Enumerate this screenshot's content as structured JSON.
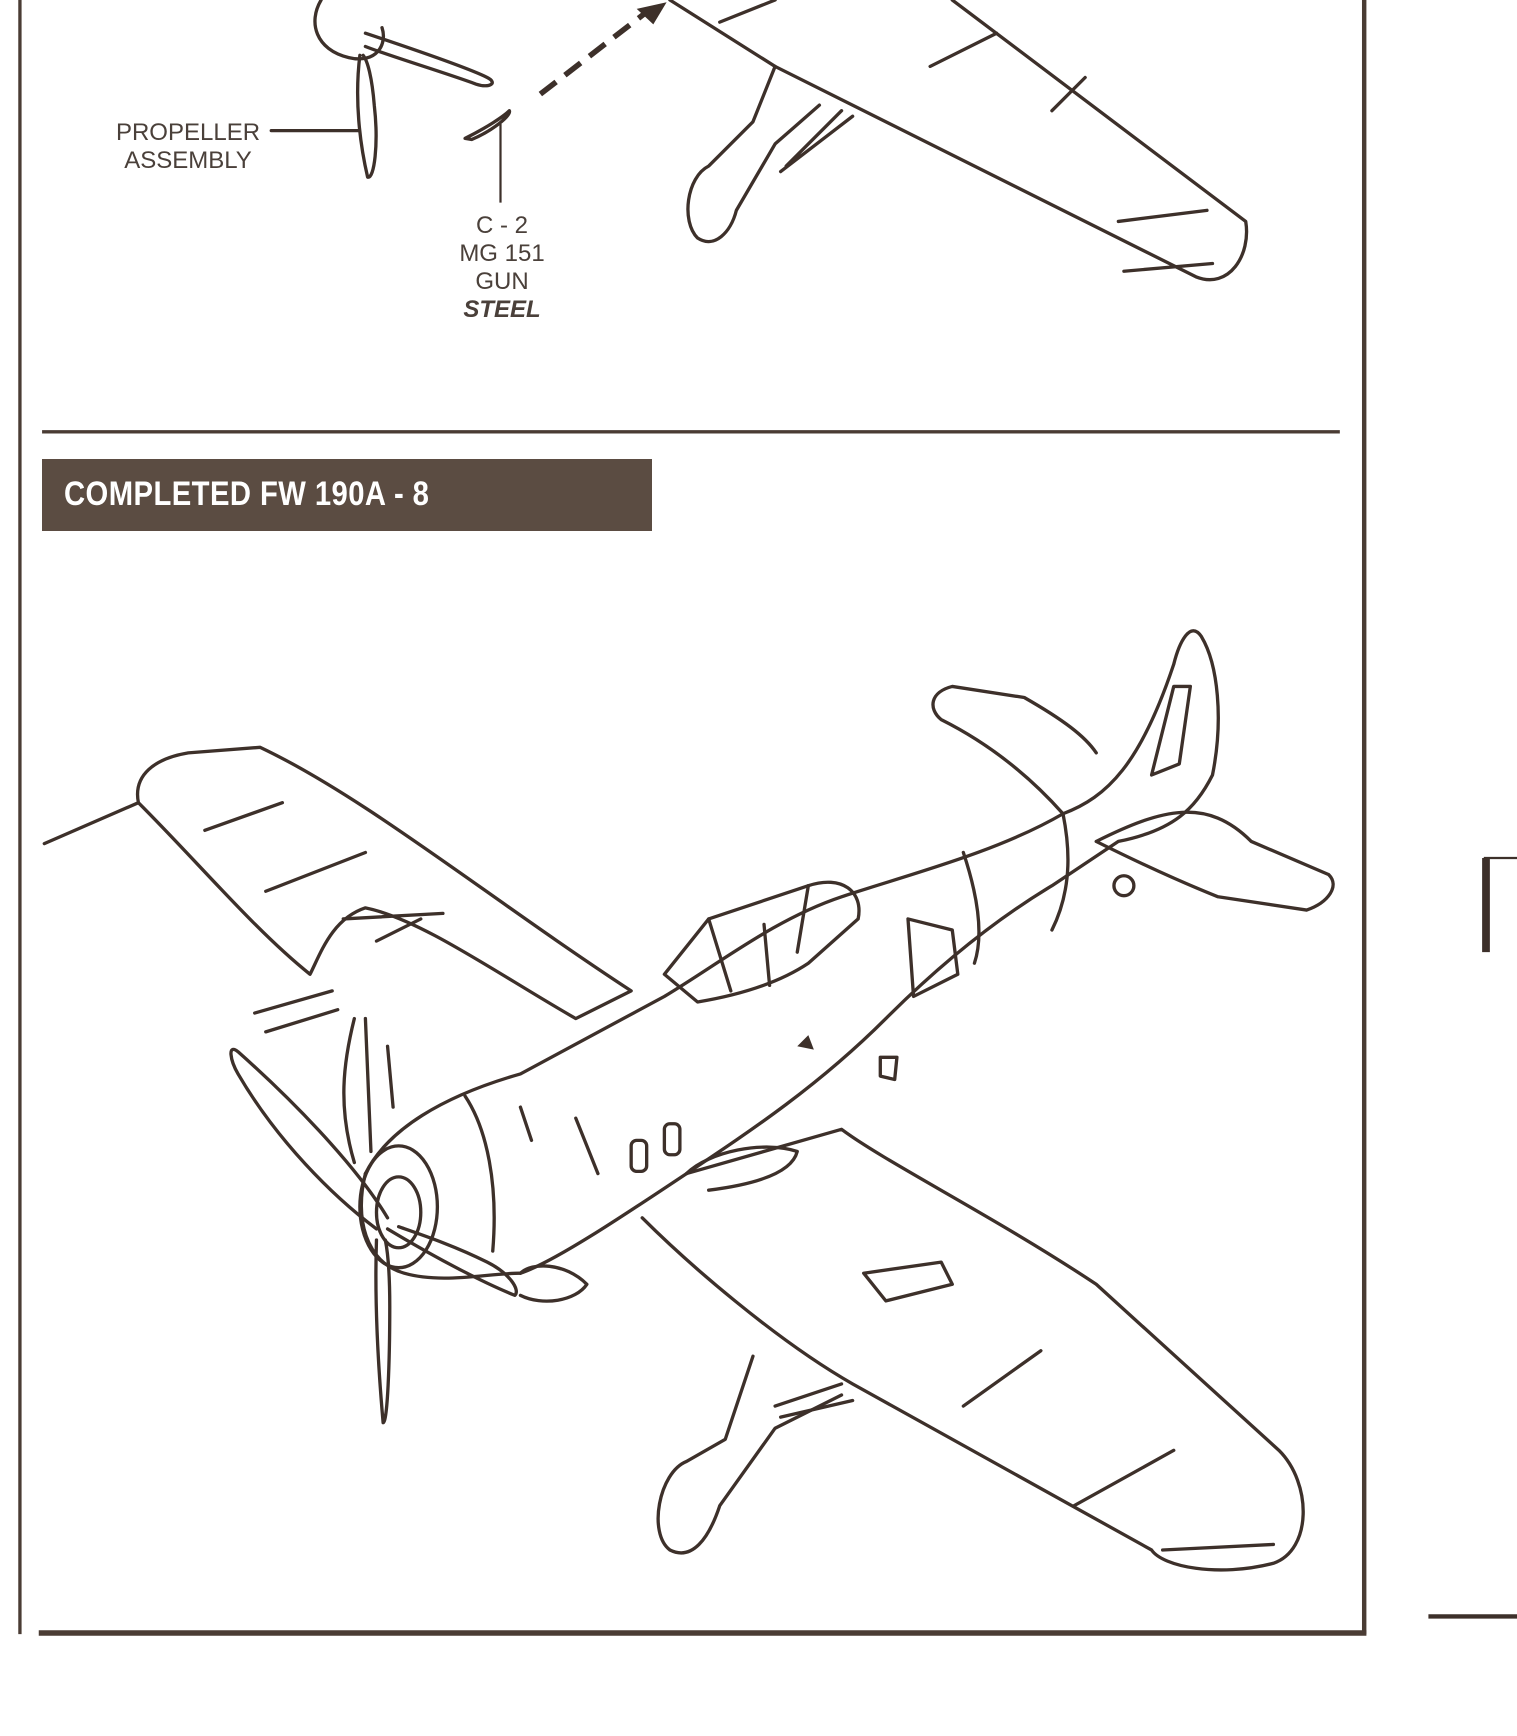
{
  "callouts": {
    "propeller": [
      "PROPELLER",
      "ASSEMBLY"
    ],
    "gun": {
      "part_number": "C - 2",
      "name_line1": "MG 151",
      "name_line2": "GUN",
      "color": "STEEL"
    }
  },
  "section": {
    "title": "COMPLETED FW 190A - 8"
  },
  "colors": {
    "ink": "#3d302a",
    "banner": "#5b4c42",
    "paper": "#ffffff"
  }
}
